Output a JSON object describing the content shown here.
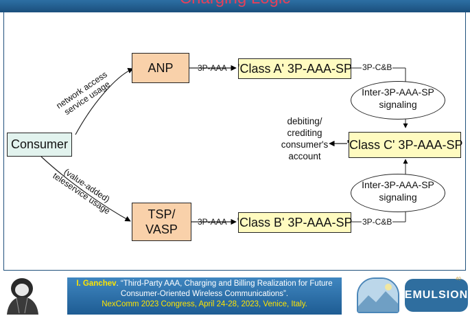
{
  "slide": {
    "title_remnant": "Charging Logic"
  },
  "diagram": {
    "nodes": {
      "consumer": "Consumer",
      "anp": "ANP",
      "tsp": [
        "TSP/",
        "VASP"
      ],
      "class_a": "'Class A' 3P-AAA-SP",
      "class_b": "'Class B' 3P-AAA-SP",
      "class_c": "'Class C' 3P-AAA-SP"
    },
    "ellipses": {
      "top": [
        "Inter-3P-AAA-SP",
        "signaling"
      ],
      "bottom": [
        "Inter-3P-AAA-SP",
        "signaling"
      ]
    },
    "edge_labels": {
      "anp_to_class_a": "3P-AAA",
      "tsp_to_class_b": "3P-AAA",
      "class_a_cb": "3P-C&B",
      "class_b_cb": "3P-C&B",
      "network_access": [
        "network access",
        "service usage"
      ],
      "teleservice": [
        "(value-added)",
        "teleservice usage"
      ]
    },
    "debiting": [
      "debiting/",
      "crediting",
      "consumer's",
      "account"
    ]
  },
  "footer": {
    "author": "I. Ganchev",
    "citation": ". “Third-Party AAA, Charging and Billing Realization for Future Consumer-Oriented Wireless Communications”.",
    "venue": "NexComm 2023 Congress, April 24-28, 2023, Venice, Italy.",
    "brand": "EMULSION",
    "page_number": "40"
  }
}
